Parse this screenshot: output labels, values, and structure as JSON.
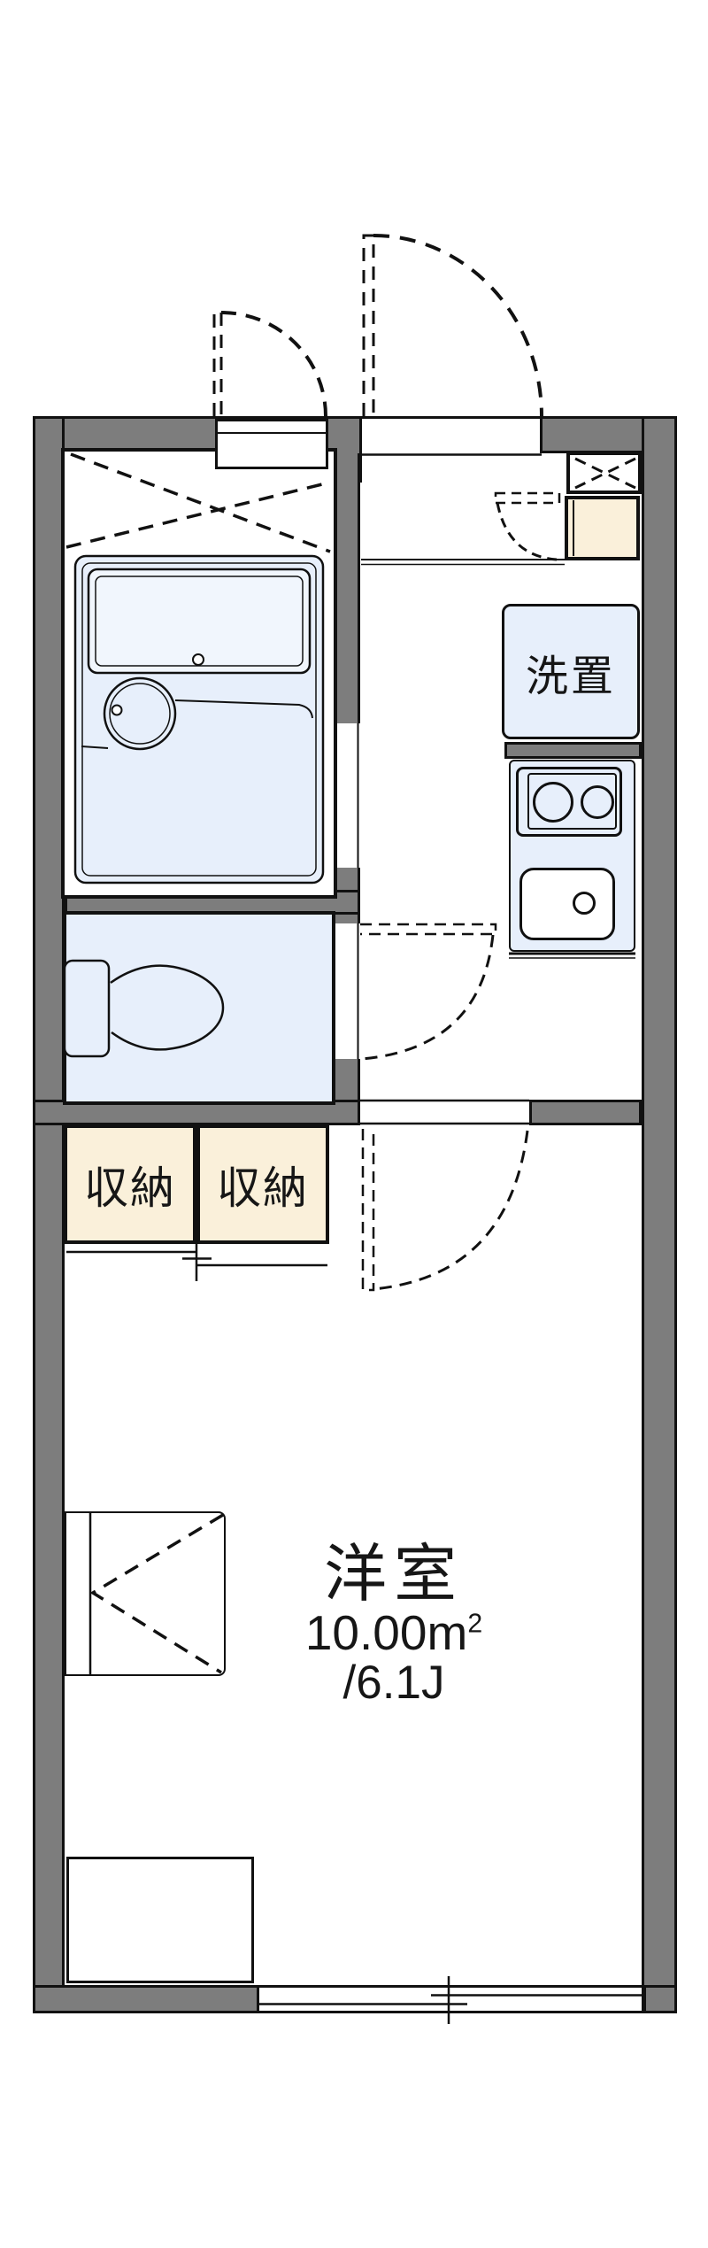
{
  "plan": {
    "rooms": {
      "western_room": {
        "label": "洋室",
        "area": "10.00",
        "area_unit": "m",
        "area_sup": "2",
        "tatami": "/6.1J"
      },
      "storage_left": {
        "label": "収納"
      },
      "storage_right": {
        "label": "収納"
      },
      "washer_space": {
        "label": "洗置"
      }
    },
    "colors": {
      "wall": "#7d7d7d",
      "outline": "#111111",
      "fixture_blue": "#e7effb",
      "fixture_blue_light": "#f1f6fd",
      "storage_cream": "#faf0da",
      "background": "#ffffff"
    }
  }
}
